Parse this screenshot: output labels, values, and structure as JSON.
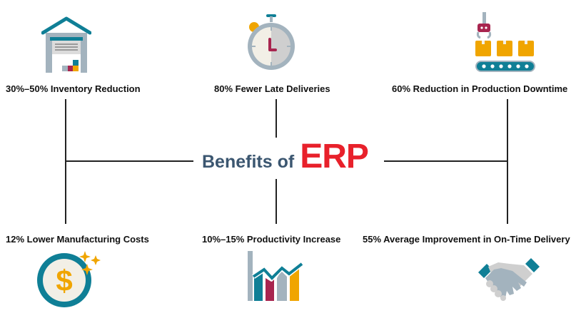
{
  "title": {
    "prefix": "Benefits of",
    "highlight": "ERP"
  },
  "benefits": [
    {
      "label": "30%–50% Inventory Reduction",
      "icon": "warehouse-icon"
    },
    {
      "label": "80% Fewer Late Deliveries",
      "icon": "stopwatch-icon"
    },
    {
      "label": "60% Reduction in Production Downtime",
      "icon": "conveyor-icon"
    },
    {
      "label": "12% Lower Manufacturing Costs",
      "icon": "dollar-coin-icon"
    },
    {
      "label": "10%–15% Productivity Increase",
      "icon": "growth-chart-icon"
    },
    {
      "label": "55% Average Improvement in On-Time Delivery",
      "icon": "handshake-icon"
    }
  ],
  "colors": {
    "teal": "#0f7f96",
    "gray": "#a3b3be",
    "crimson": "#a8254f",
    "gold": "#f0a500",
    "cream": "#f2efe6",
    "title_blue": "#3b5670",
    "erp_red": "#e8212b"
  }
}
